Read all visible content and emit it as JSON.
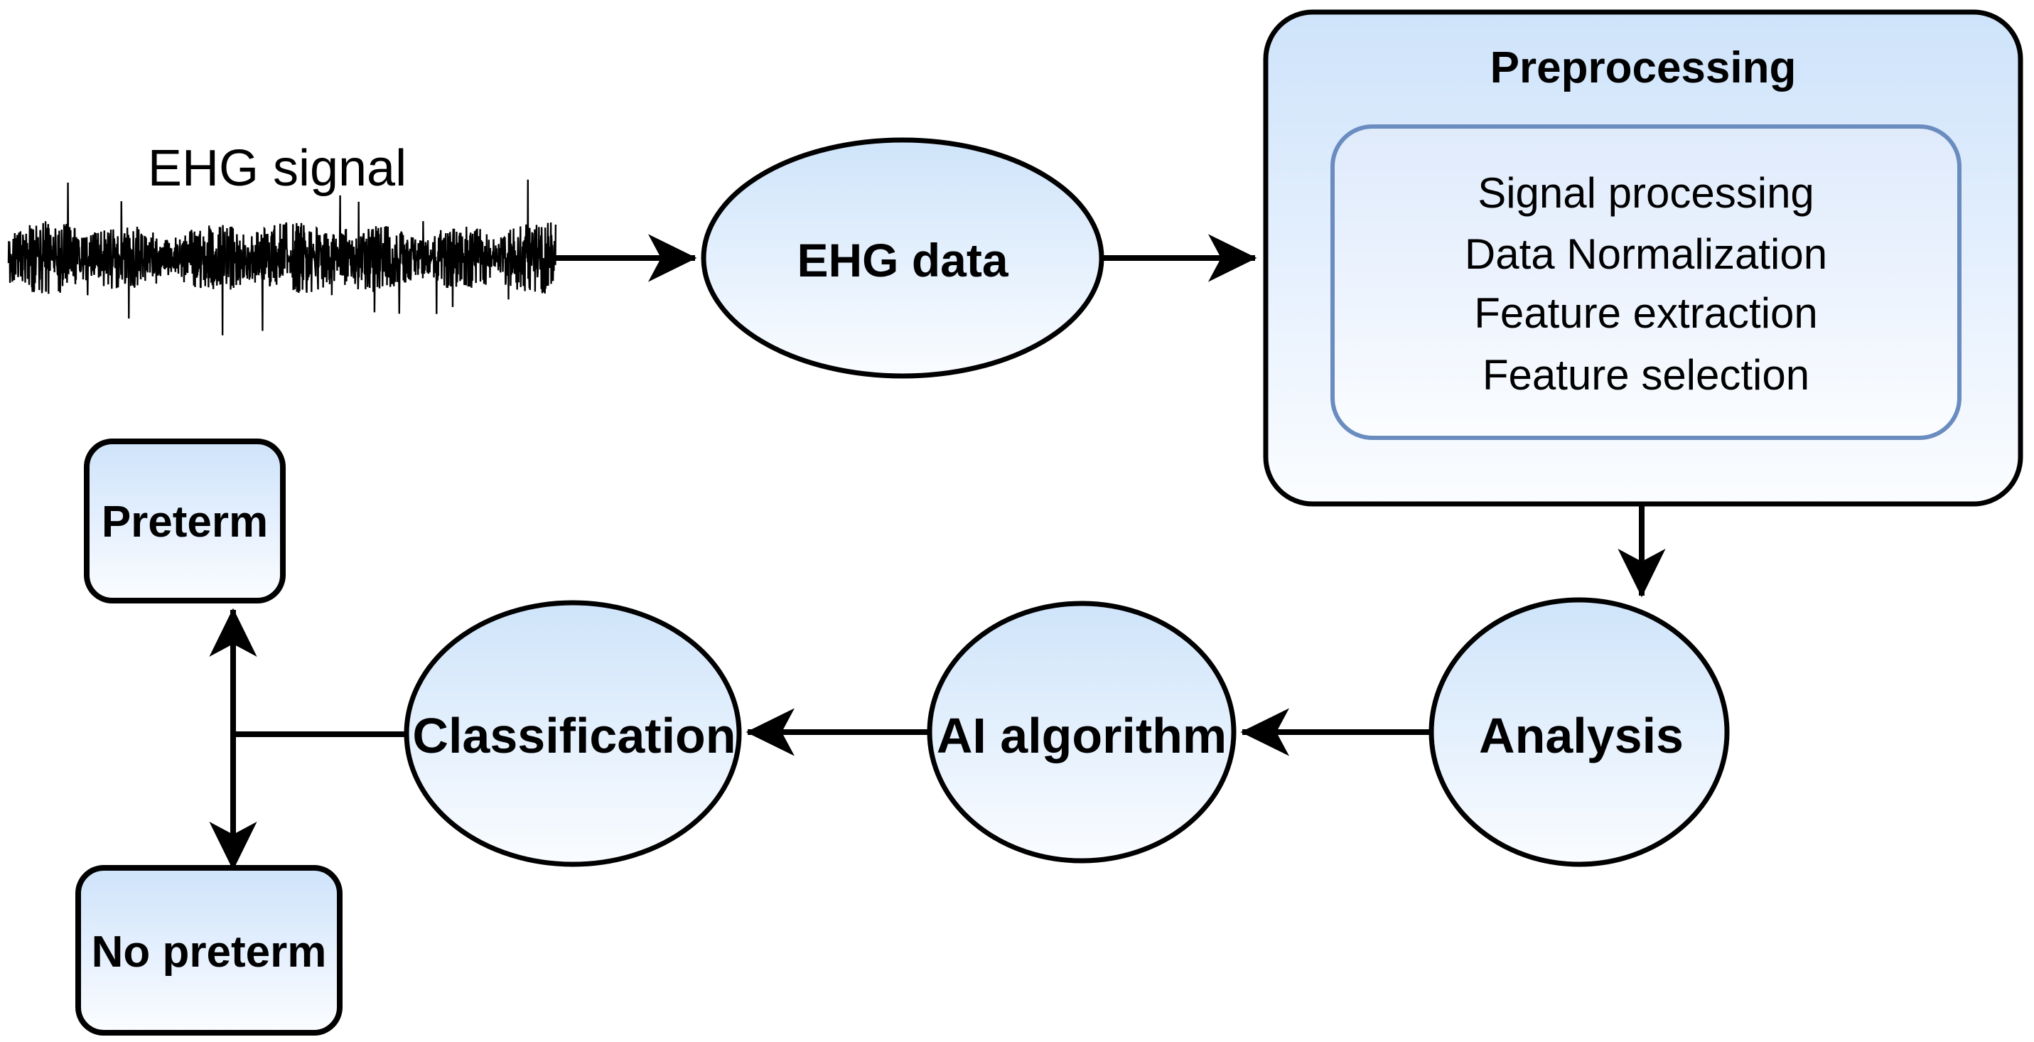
{
  "diagram": {
    "title_caption": "EHG signal",
    "nodes": {
      "ehg_signal_label": "EHG signal",
      "ehg_data": "EHG data",
      "preprocessing_title": "Preprocessing",
      "preprocessing_steps": [
        "Signal processing",
        "Data Normalization",
        "Feature extraction",
        "Feature selection"
      ],
      "analysis": "Analysis",
      "ai_algorithm": "AI algorithm",
      "classification": "Classification",
      "preterm": "Preterm",
      "no_preterm": "No preterm"
    },
    "icons": {
      "waveform": "ehg-waveform-icon",
      "arrow": "arrow-icon"
    },
    "colors": {
      "fill_top": "#cfe4fa",
      "fill_bottom": "#fafcff",
      "outline": "#000000",
      "inner_box_border": "#6a8cbf",
      "background": "#ffffff",
      "text": "#000000"
    },
    "flow": [
      {
        "from": "EHG signal",
        "to": "EHG data"
      },
      {
        "from": "EHG data",
        "to": "Preprocessing"
      },
      {
        "from": "Preprocessing",
        "to": "Analysis"
      },
      {
        "from": "Analysis",
        "to": "AI algorithm"
      },
      {
        "from": "AI algorithm",
        "to": "Classification"
      },
      {
        "from": "Classification",
        "to": "Preterm"
      },
      {
        "from": "Classification",
        "to": "No preterm"
      }
    ]
  }
}
